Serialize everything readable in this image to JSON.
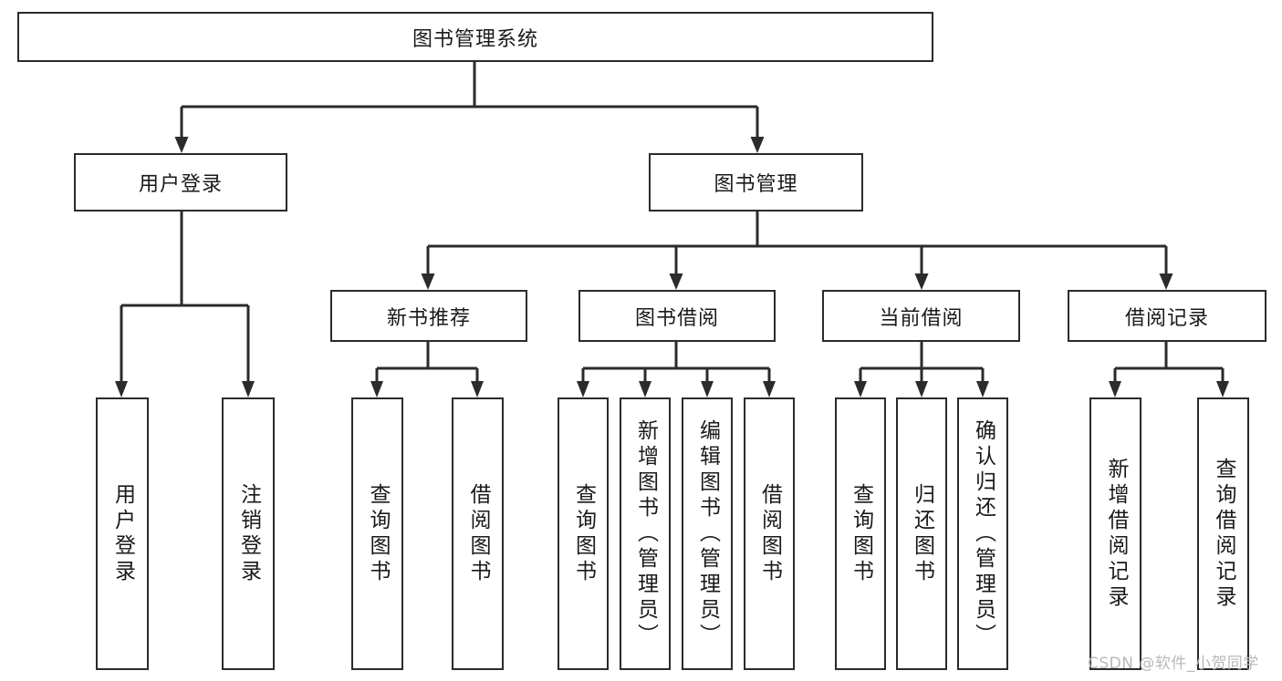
{
  "diagram": {
    "type": "hierarchy-tree",
    "title_node": {
      "id": "root",
      "label": "图书管理系统"
    },
    "level2": [
      {
        "id": "user-login",
        "label": "用户登录"
      },
      {
        "id": "book-management",
        "label": "图书管理"
      }
    ],
    "level3": [
      {
        "id": "new-book-recommend",
        "label": "新书推荐",
        "parent": "book-management"
      },
      {
        "id": "book-borrow",
        "label": "图书借阅",
        "parent": "book-management"
      },
      {
        "id": "current-borrow",
        "label": "当前借阅",
        "parent": "book-management"
      },
      {
        "id": "borrow-record",
        "label": "借阅记录",
        "parent": "book-management"
      }
    ],
    "leaves": [
      {
        "id": "leaf-user-login",
        "label": "用户登录",
        "parent": "user-login"
      },
      {
        "id": "leaf-logout-login",
        "label": "注销登录",
        "parent": "user-login"
      },
      {
        "id": "leaf-query-book-1",
        "label": "查询图书",
        "parent": "new-book-recommend"
      },
      {
        "id": "leaf-borrow-book-1",
        "label": "借阅图书",
        "parent": "new-book-recommend"
      },
      {
        "id": "leaf-query-book-2",
        "label": "查询图书",
        "parent": "book-borrow"
      },
      {
        "id": "leaf-add-book",
        "label": "新增图书（管理员）",
        "parent": "book-borrow"
      },
      {
        "id": "leaf-edit-book",
        "label": "编辑图书（管理员）",
        "parent": "book-borrow"
      },
      {
        "id": "leaf-borrow-book-2",
        "label": "借阅图书",
        "parent": "book-borrow"
      },
      {
        "id": "leaf-query-book-3",
        "label": "查询图书",
        "parent": "current-borrow"
      },
      {
        "id": "leaf-return-book",
        "label": "归还图书",
        "parent": "current-borrow"
      },
      {
        "id": "leaf-confirm-return",
        "label": "确认归还（管理员）",
        "parent": "current-borrow"
      },
      {
        "id": "leaf-add-record",
        "label": "新增借阅记录",
        "parent": "borrow-record"
      },
      {
        "id": "leaf-query-record",
        "label": "查询借阅记录",
        "parent": "borrow-record"
      }
    ]
  },
  "watermark": {
    "text": "CSDN @软件_小贺同学"
  },
  "colors": {
    "stroke": "#2b2b2b",
    "background": "#ffffff",
    "text": "#1a1a1a",
    "watermark": "#b9b9b9"
  }
}
